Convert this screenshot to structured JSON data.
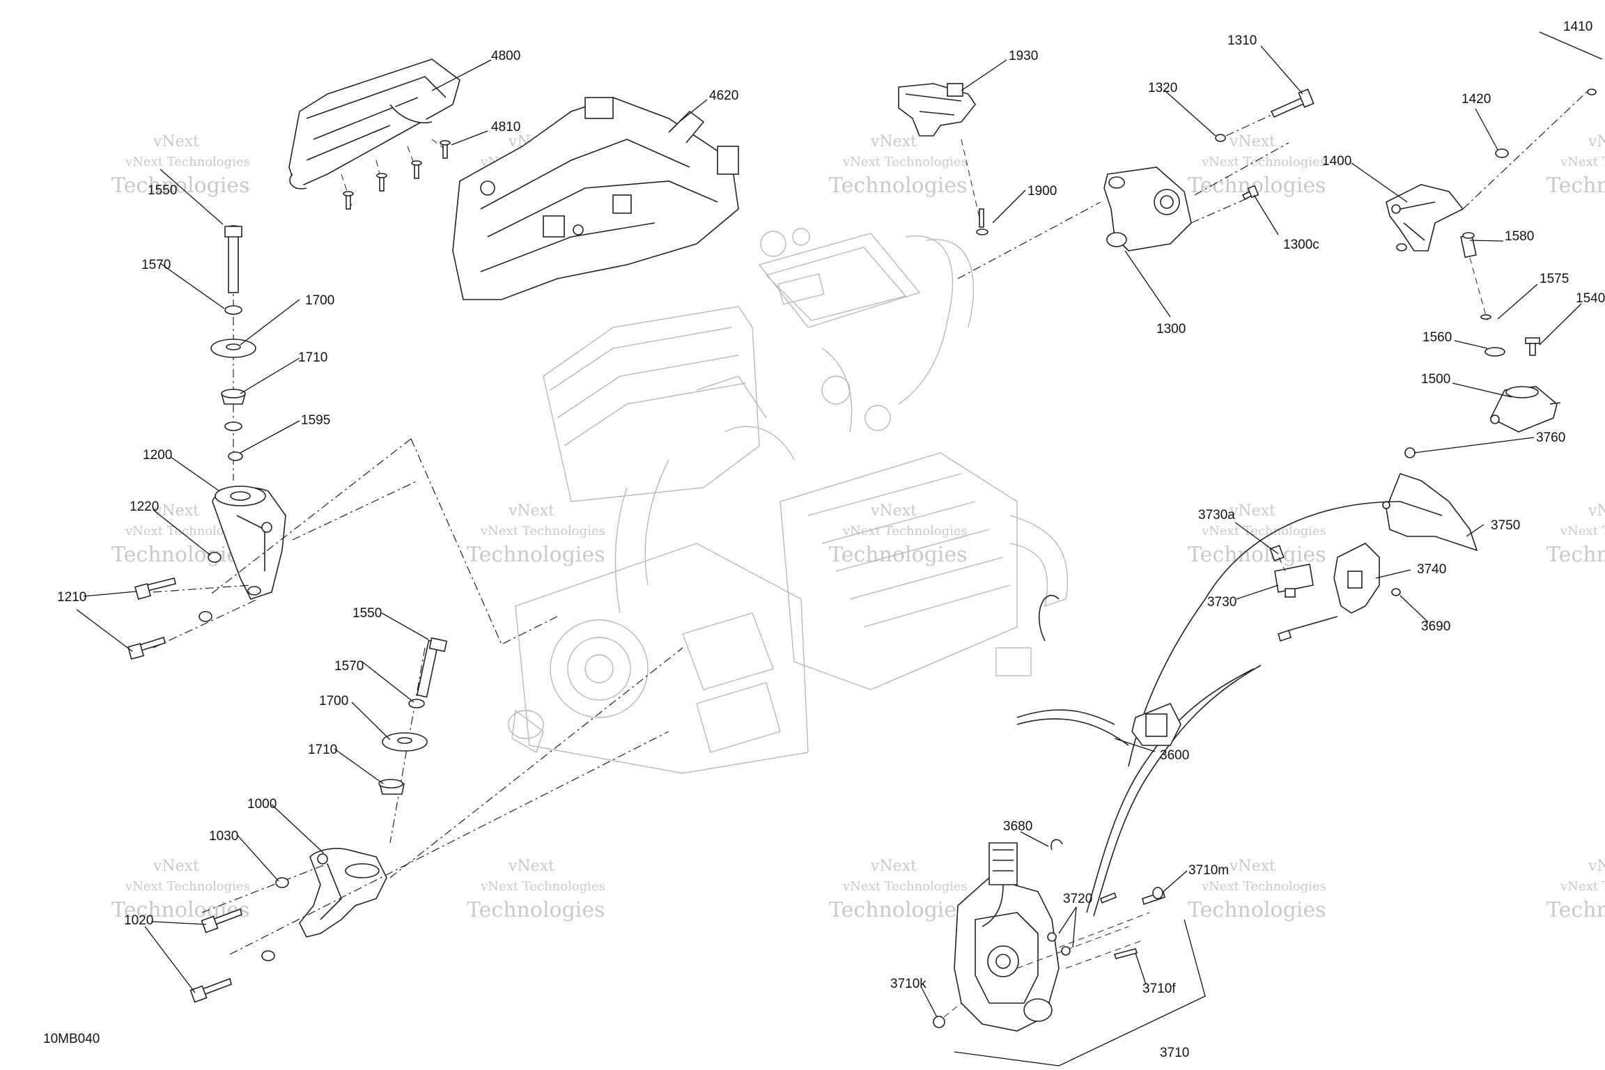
{
  "diagram": {
    "code": "10MB040",
    "watermark": {
      "line1": "vNext",
      "line2": "vNext Technologies",
      "line3": "Technologies"
    },
    "callouts": [
      {
        "id": "4800",
        "text": "4800"
      },
      {
        "id": "4810",
        "text": "4810"
      },
      {
        "id": "4620",
        "text": "4620"
      },
      {
        "id": "1930",
        "text": "1930"
      },
      {
        "id": "1900",
        "text": "1900"
      },
      {
        "id": "1310",
        "text": "1310"
      },
      {
        "id": "1320",
        "text": "1320"
      },
      {
        "id": "1300c",
        "text": "1300c"
      },
      {
        "id": "1300",
        "text": "1300"
      },
      {
        "id": "1410",
        "text": "1410"
      },
      {
        "id": "1420",
        "text": "1420"
      },
      {
        "id": "1400",
        "text": "1400"
      },
      {
        "id": "1580",
        "text": "1580"
      },
      {
        "id": "1575",
        "text": "1575"
      },
      {
        "id": "1540",
        "text": "1540"
      },
      {
        "id": "1560",
        "text": "1560"
      },
      {
        "id": "1500",
        "text": "1500"
      },
      {
        "id": "3760",
        "text": "3760"
      },
      {
        "id": "3750",
        "text": "3750"
      },
      {
        "id": "3730a",
        "text": "3730a"
      },
      {
        "id": "3740",
        "text": "3740"
      },
      {
        "id": "3730",
        "text": "3730"
      },
      {
        "id": "3690",
        "text": "3690"
      },
      {
        "id": "3600",
        "text": "3600"
      },
      {
        "id": "3680",
        "text": "3680"
      },
      {
        "id": "3710m",
        "text": "3710m"
      },
      {
        "id": "3720",
        "text": "3720"
      },
      {
        "id": "3710f",
        "text": "3710f"
      },
      {
        "id": "3710k",
        "text": "3710k"
      },
      {
        "id": "3710",
        "text": "3710"
      },
      {
        "id": "1550a",
        "text": "1550"
      },
      {
        "id": "1570a",
        "text": "1570"
      },
      {
        "id": "1700a",
        "text": "1700"
      },
      {
        "id": "1710a",
        "text": "1710"
      },
      {
        "id": "1595",
        "text": "1595"
      },
      {
        "id": "1200",
        "text": "1200"
      },
      {
        "id": "1220",
        "text": "1220"
      },
      {
        "id": "1210",
        "text": "1210"
      },
      {
        "id": "1550b",
        "text": "1550"
      },
      {
        "id": "1570b",
        "text": "1570"
      },
      {
        "id": "1700b",
        "text": "1700"
      },
      {
        "id": "1710b",
        "text": "1710"
      },
      {
        "id": "1000",
        "text": "1000"
      },
      {
        "id": "1030",
        "text": "1030"
      },
      {
        "id": "1020",
        "text": "1020"
      }
    ]
  }
}
